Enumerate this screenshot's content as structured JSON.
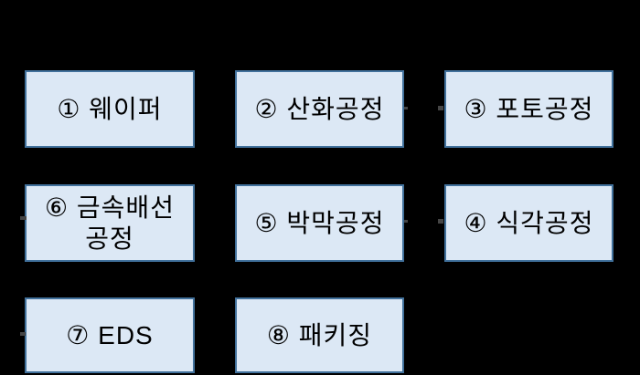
{
  "diagram": {
    "background_color": "#000000",
    "box_fill_color": "#dce8f5",
    "box_border_color": "#41719c",
    "text_color": "#000000",
    "boxes": [
      {
        "step": 1,
        "label": "① 웨이퍼"
      },
      {
        "step": 2,
        "label": "② 산화공정"
      },
      {
        "step": 3,
        "label": "③ 포토공정"
      },
      {
        "step": 6,
        "label": "⑥ 금속배선\n공정"
      },
      {
        "step": 5,
        "label": "⑤ 박막공정"
      },
      {
        "step": 4,
        "label": "④ 식각공정"
      },
      {
        "step": 7,
        "label": "⑦ EDS"
      },
      {
        "step": 8,
        "label": "⑧ 패키징"
      }
    ]
  }
}
